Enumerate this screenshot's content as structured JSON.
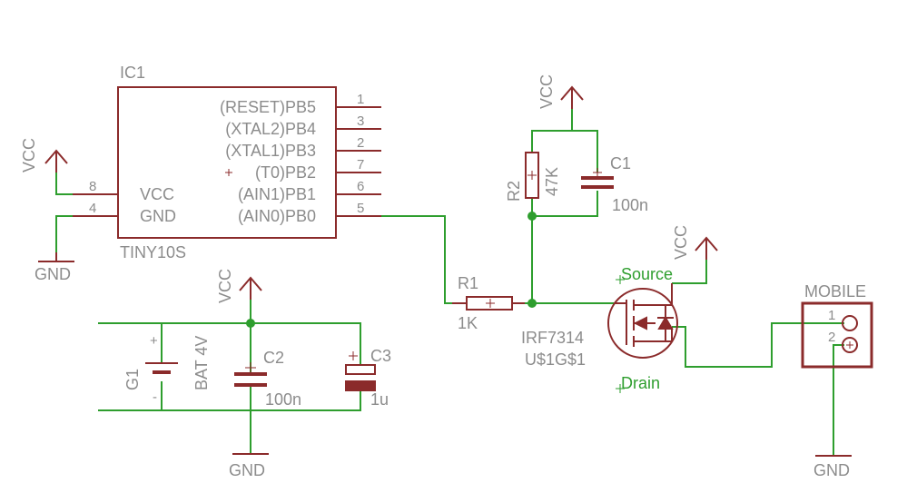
{
  "ic": {
    "ref": "IC1",
    "value": "TINY10S",
    "pins_right": [
      {
        "name": "(RESET)PB5",
        "num": "1"
      },
      {
        "name": "(XTAL2)PB4",
        "num": "3"
      },
      {
        "name": "(XTAL1)PB3",
        "num": "2"
      },
      {
        "name": "(T0)PB2",
        "num": "7"
      },
      {
        "name": "(AIN1)PB1",
        "num": "6"
      },
      {
        "name": "(AIN0)PB0",
        "num": "5"
      }
    ],
    "pins_left": [
      {
        "name": "VCC",
        "num": "8"
      },
      {
        "name": "GND",
        "num": "4"
      }
    ]
  },
  "supplies": {
    "vcc_label": "VCC",
    "gnd_label": "GND"
  },
  "resistors": {
    "r1": {
      "ref": "R1",
      "value": "1K"
    },
    "r2": {
      "ref": "R2",
      "value": "47K"
    }
  },
  "capacitors": {
    "c1": {
      "ref": "C1",
      "value": "100n"
    },
    "c2": {
      "ref": "C2",
      "value": "100n"
    },
    "c3": {
      "ref": "C3",
      "value": "1u"
    }
  },
  "battery": {
    "ref": "G1",
    "value": "BAT 4V",
    "plus": "+",
    "minus": "-"
  },
  "mosfet": {
    "value": "IRF7314",
    "ref": "U$1G$1",
    "source_label": "Source",
    "drain_label": "Drain"
  },
  "connector": {
    "ref": "MOBILE",
    "pins": [
      "1",
      "2"
    ]
  },
  "colors": {
    "wire": "#2e9e2e",
    "body": "#8b2b2b",
    "text": "#8c8c8c"
  }
}
